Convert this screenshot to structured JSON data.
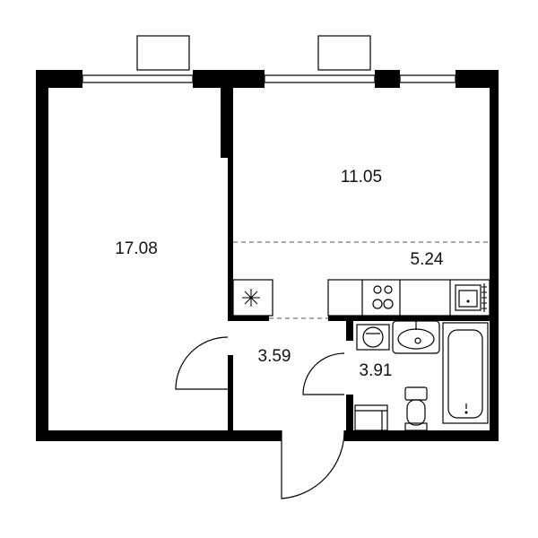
{
  "rooms": [
    {
      "id": "bedroom",
      "area": "17.08"
    },
    {
      "id": "living",
      "area": "11.05"
    },
    {
      "id": "kitchen",
      "area": "5.24"
    },
    {
      "id": "hall",
      "area": "3.59"
    },
    {
      "id": "bathroom",
      "area": "3.91"
    }
  ],
  "colors": {
    "wall": "#000000",
    "background": "#ffffff",
    "text": "#111111"
  }
}
